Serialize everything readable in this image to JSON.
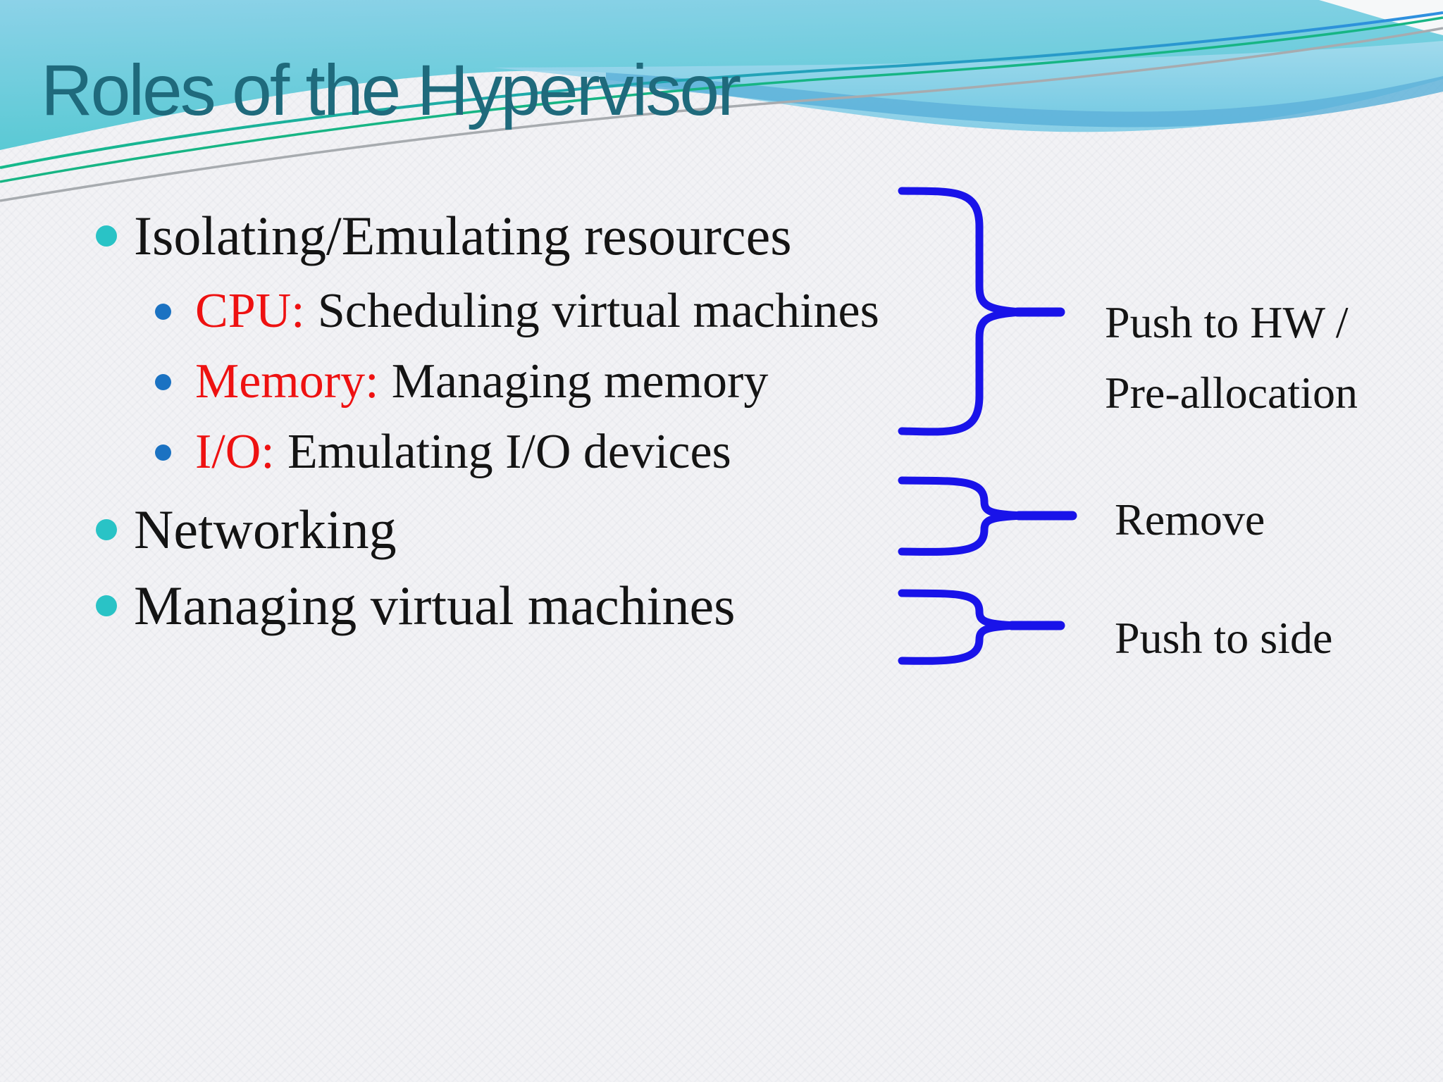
{
  "slide": {
    "title": "Roles of the Hypervisor",
    "bullets": [
      {
        "level": 1,
        "text": "Isolating/Emulating resources"
      },
      {
        "level": 2,
        "prefix": "CPU:",
        "text": "Scheduling virtual machines"
      },
      {
        "level": 2,
        "prefix": "Memory:",
        "text": "Managing memory"
      },
      {
        "level": 2,
        "prefix": "I/O:",
        "text": "Emulating I/O devices"
      },
      {
        "level": 1,
        "text": "Networking"
      },
      {
        "level": 1,
        "text": "Managing virtual machines"
      }
    ],
    "annotations": [
      {
        "lines": [
          "Push to HW /",
          "Pre-allocation"
        ],
        "brace_spans": "Isolating/Emulating resources, CPU, Memory, I/O"
      },
      {
        "lines": [
          "Remove"
        ],
        "brace_spans": "Networking"
      },
      {
        "lines": [
          "Push to side"
        ],
        "brace_spans": "Managing virtual machines"
      }
    ],
    "colors": {
      "background": "#f2f2f5",
      "title_color": "#1f6a7c",
      "text_color": "#141414",
      "emphasis_red": "#ee1111",
      "bullet_level1": "#29c3c6",
      "bullet_level2": "#1b72c2",
      "brace_blue": "#1913e9",
      "header_blue_top": "#8cd2e8",
      "header_blue_bottom": "#57c9d3",
      "header_wave_edge": "#58afd8",
      "accent_green": "#17b584",
      "accent_gray": "#a7abaf"
    }
  }
}
